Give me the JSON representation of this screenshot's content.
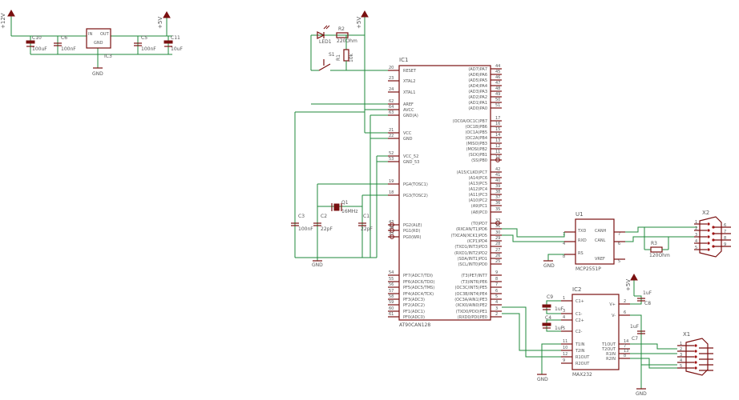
{
  "power": {
    "plus12v": "+12V",
    "plus5v_a": "+5V",
    "plus5v_b": "+5V",
    "plus5v_c": "+5V",
    "gnd_a": "GND",
    "gnd_b": "GND",
    "gnd_c": "GND",
    "gnd_d": "GND",
    "gnd_e": "GND"
  },
  "regulator": {
    "name": "IC3",
    "pin_in": "IN",
    "pin_out": "OUT",
    "pin_gnd": "GND",
    "c10": "C10",
    "c10v": "100uF",
    "c6": "C6",
    "c6v": "100nF",
    "c5": "C5",
    "c5v": "100nF",
    "c11": "C11",
    "c11v": "10uF"
  },
  "reset": {
    "led": "LED1",
    "r2": "R2",
    "r2v": "220Ohm",
    "r1": "R1",
    "r1v": "10k",
    "s1": "S1"
  },
  "mcu": {
    "name": "IC1",
    "part": "AT90CAN128",
    "left_pins": [
      {
        "label": "RESET",
        "num": "20"
      },
      {
        "label": "XTAL2",
        "num": "23"
      },
      {
        "label": "XTAL1",
        "num": "24"
      },
      {
        "label": "AREF",
        "num": "62"
      },
      {
        "label": "AVCC",
        "num": "64"
      },
      {
        "label": "GND(A)",
        "num": "63"
      },
      {
        "label": "VCC",
        "num": "21"
      },
      {
        "label": "GND",
        "num": "22"
      },
      {
        "label": "VCC_52",
        "num": "52"
      },
      {
        "label": "GND_53",
        "num": "53"
      },
      {
        "label": "PG4(TOSC1)",
        "num": "19"
      },
      {
        "label": "PG3(TOSC2)",
        "num": "18"
      },
      {
        "label": "PG2(ALE)",
        "num": "43"
      },
      {
        "label": "PG1(RD)",
        "num": "34"
      },
      {
        "label": "PG0(WR)",
        "num": "33"
      },
      {
        "label": "PF7(ADC7/TDI)",
        "num": "54"
      },
      {
        "label": "PF6(ADC6/TDO)",
        "num": "55"
      },
      {
        "label": "PF5(ADC5/TMS)",
        "num": "56"
      },
      {
        "label": "PF4(ADC4/TCK)",
        "num": "57"
      },
      {
        "label": "PF3(ADC3)",
        "num": "58"
      },
      {
        "label": "PF2(ADC2)",
        "num": "59"
      },
      {
        "label": "PF1(ADC1)",
        "num": "60"
      },
      {
        "label": "PF0(ADC0)",
        "num": "61"
      }
    ],
    "right_pins": [
      {
        "label": "(AD7)PA7",
        "num": "44"
      },
      {
        "label": "(AD6)PA6",
        "num": "45"
      },
      {
        "label": "(AD5)PA5",
        "num": "46"
      },
      {
        "label": "(AD4)PA4",
        "num": "47"
      },
      {
        "label": "(AD3)PA3",
        "num": "48"
      },
      {
        "label": "(AD2)PA2",
        "num": "49"
      },
      {
        "label": "(AD1)PA1",
        "num": "50"
      },
      {
        "label": "(AD0)PA0",
        "num": "51"
      },
      {
        "label": "(OC0A/OC1C)PB7",
        "num": "17"
      },
      {
        "label": "(OC1B)PB6",
        "num": "16"
      },
      {
        "label": "(OC1A)PB5",
        "num": "15"
      },
      {
        "label": "(OC2A)PB4",
        "num": "14"
      },
      {
        "label": "(MISO)PB3",
        "num": "13"
      },
      {
        "label": "(MOSI)PB2",
        "num": "12"
      },
      {
        "label": "(SCK)PB1",
        "num": "11"
      },
      {
        "label": "(SS)PB0",
        "num": "10"
      },
      {
        "label": "(A15/CLKO)PC7",
        "num": "42"
      },
      {
        "label": "(A14)PC6",
        "num": "41"
      },
      {
        "label": "(A13)PC5",
        "num": "40"
      },
      {
        "label": "(A12)PC4",
        "num": "39"
      },
      {
        "label": "(A11)PC3",
        "num": "38"
      },
      {
        "label": "(A10)PC2",
        "num": "37"
      },
      {
        "label": "(A9)PC1",
        "num": "36"
      },
      {
        "label": "(A8)PC0",
        "num": "35"
      },
      {
        "label": "(T0)PD7",
        "num": "32"
      },
      {
        "label": "(RXCAN/T1)PD6",
        "num": "31"
      },
      {
        "label": "(TXCAN/XCK1)PD5",
        "num": "30"
      },
      {
        "label": "(ICP1)PD4",
        "num": "29"
      },
      {
        "label": "(TXD1/INT3)PD3",
        "num": "28"
      },
      {
        "label": "(RXD1/INT2)PD2",
        "num": "27"
      },
      {
        "label": "(SDA/INT1)PD1",
        "num": "26"
      },
      {
        "label": "(SCL/INT0)PD0",
        "num": "25"
      },
      {
        "label": "(T3)PE7/INT7",
        "num": "9"
      },
      {
        "label": "(T3)INT6)PE6",
        "num": "8"
      },
      {
        "label": "(OC3C/INT5)PE5",
        "num": "7"
      },
      {
        "label": "(OC3B/INT4)PE4",
        "num": "6"
      },
      {
        "label": "(OC3A/AIN1)PE3",
        "num": "5"
      },
      {
        "label": "(XCK0/AIN0)PE2",
        "num": "4"
      },
      {
        "label": "(TXD0/PDO)PE1",
        "num": "3"
      },
      {
        "label": "(RXD0/PDI)PE0",
        "num": "2"
      }
    ]
  },
  "crystal": {
    "c3": "C3",
    "c3v": "100nF",
    "c2": "C2",
    "c2v": "22pF",
    "c1": "C1",
    "c1v": "22pF",
    "q1": "Q1",
    "q1v": "16MHz"
  },
  "can": {
    "name": "U1",
    "part": "MCP2551P",
    "pin_txd": "TXD",
    "pin_rxd": "RXD",
    "pin_rs": "RS",
    "pin_canh": "CANH",
    "pin_canl": "CANL",
    "pin_vref": "VREF",
    "num_txd": "1",
    "num_rxd": "4",
    "num_rs": "8",
    "num_canh": "7",
    "num_canl": "6",
    "num_vref": "5",
    "r3": "R3",
    "r3v": "120Ohm"
  },
  "x2": {
    "name": "X2",
    "left_nums": [
      "1",
      "2",
      "3",
      "4",
      "5"
    ],
    "right_nums": [
      "6",
      "7",
      "8",
      "9"
    ]
  },
  "rs232": {
    "name": "IC2",
    "part": "MAX232",
    "left_pins": [
      {
        "label": "C1+",
        "num": "1"
      },
      {
        "label": "C1-",
        "num": "3"
      },
      {
        "label": "C2+",
        "num": "4"
      },
      {
        "label": "C2-",
        "num": "5"
      },
      {
        "label": "T1IN",
        "num": "11"
      },
      {
        "label": "T2IN",
        "num": "10"
      },
      {
        "label": "R1OUT",
        "num": "12"
      },
      {
        "label": "R2OUT",
        "num": "9"
      }
    ],
    "right_pins": [
      {
        "label": "V+",
        "num": "2"
      },
      {
        "label": "V-",
        "num": "6"
      },
      {
        "label": "T1OUT",
        "num": "14"
      },
      {
        "label": "T2OUT",
        "num": "7"
      },
      {
        "label": "R1IN",
        "num": "13"
      },
      {
        "label": "R2IN",
        "num": "8"
      }
    ],
    "c9": "C9",
    "c9v": "1uF",
    "c4": "C4",
    "c4v": "1uF",
    "c8": "C8",
    "c8v": "1uF",
    "c7": "C7",
    "c7v": "1uF"
  },
  "x1": {
    "name": "X1",
    "nums": [
      "1",
      "2",
      "3",
      "4",
      "5"
    ]
  }
}
